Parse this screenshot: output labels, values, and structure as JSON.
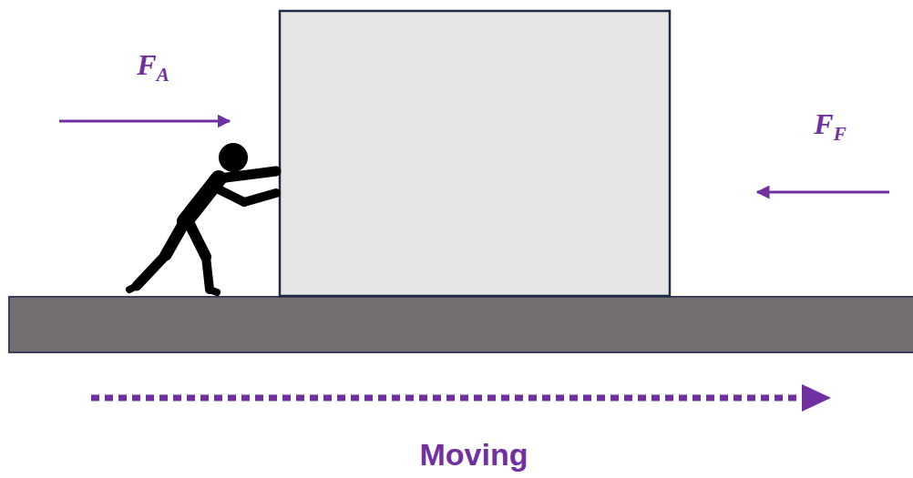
{
  "diagram": {
    "labels": [
      "FA",
      "FF",
      "Moving"
    ]
  }
}
